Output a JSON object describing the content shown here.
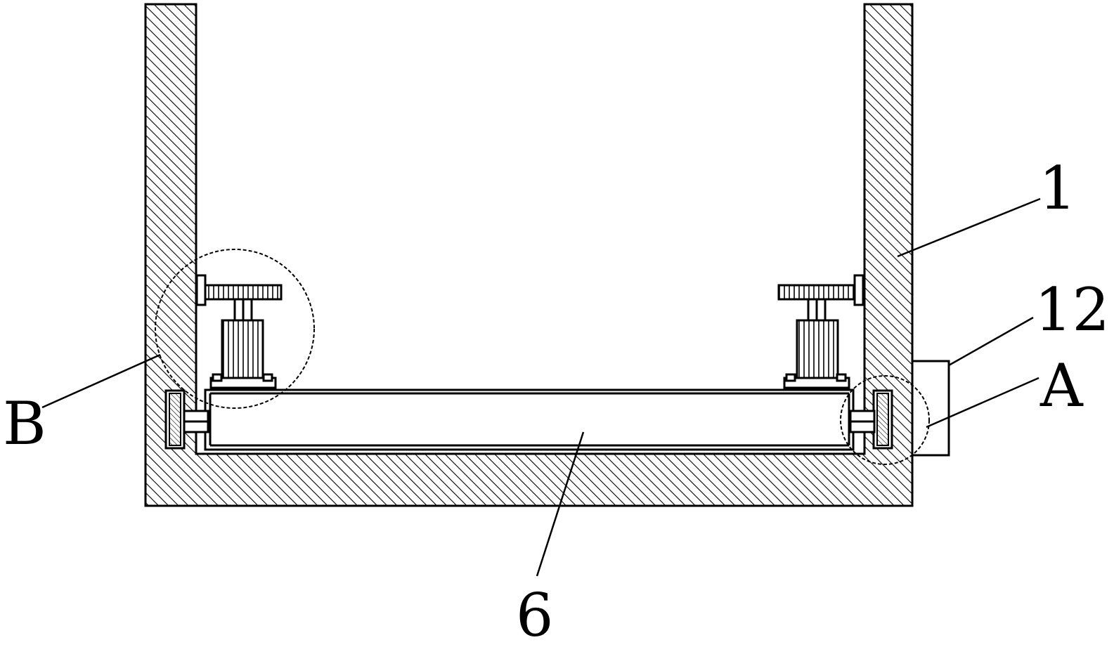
{
  "labels": {
    "housing": "1",
    "bracket": "12",
    "detail_a": "A",
    "detail_b": "B",
    "plate": "6"
  },
  "colors": {
    "line": "#000000",
    "background": "#ffffff"
  }
}
